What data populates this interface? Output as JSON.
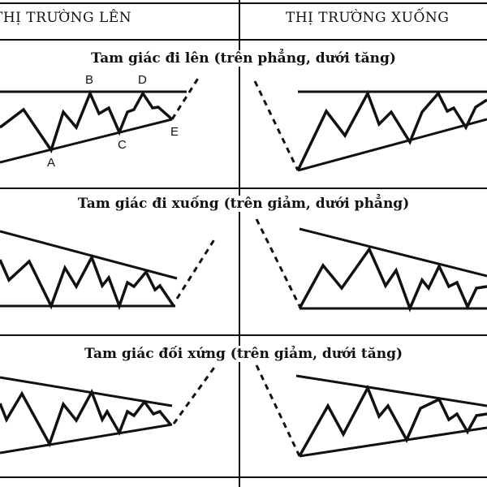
{
  "header": {
    "left": "THỊ TRƯỜNG LÊN",
    "right": "THỊ TRƯỜNG XUỐNG"
  },
  "sections": [
    {
      "title": "Tam giác đi lên (trên phẳng, dưới tăng)"
    },
    {
      "title": "Tam giác đi xuống (trên giảm, dưới phẳng)"
    },
    {
      "title": "Tam giác đối xứng (trên giảm, dưới tăng)"
    }
  ],
  "point_labels": {
    "a": "A",
    "b": "B",
    "c": "C",
    "d": "D",
    "e": "E"
  },
  "colors": {
    "ink": "#111111",
    "background": "#ffffff"
  }
}
